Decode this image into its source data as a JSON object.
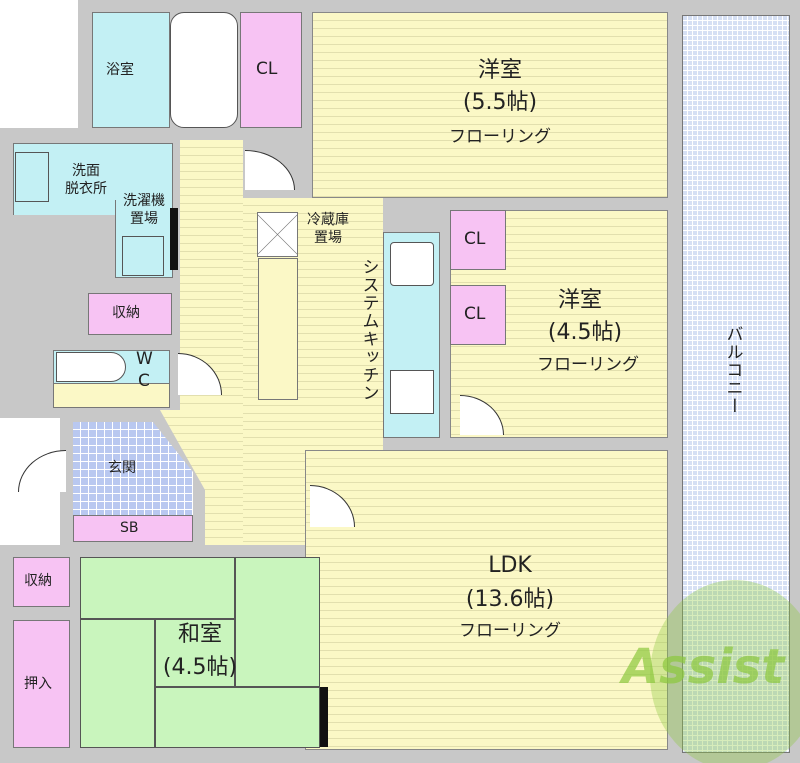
{
  "rooms": {
    "bath": "浴室",
    "cl_top": "CL",
    "western1": {
      "name": "洋室",
      "size": "(5.5帖)",
      "floor": "フローリング"
    },
    "washroom": [
      "洗面",
      "脱衣所"
    ],
    "washer": [
      "洗濯機",
      "置場"
    ],
    "storage1": "収納",
    "wc": [
      "W",
      "C"
    ],
    "entrance": "玄関",
    "sb": "SB",
    "fridge": [
      "冷蔵庫",
      "置場"
    ],
    "kitchen": "システムキッチン",
    "cl_mid1": "CL",
    "cl_mid2": "CL",
    "western2": {
      "name": "洋室",
      "size": "(4.5帖)",
      "floor": "フローリング"
    },
    "balcony": "バルコニー",
    "ldk": {
      "name": "LDK",
      "size": "(13.6帖)",
      "floor": "フローリング"
    },
    "storage2": "収納",
    "closet": "押入",
    "japanese": {
      "name": "和室",
      "size": "(4.5帖)"
    }
  },
  "logo": "Assist",
  "colors": {
    "floor": "#fbf8c6",
    "wet": "#c3f0f4",
    "closet": "#f7c3f3",
    "tatami": "#c9f5bd",
    "wall": "#c8c8c8"
  }
}
